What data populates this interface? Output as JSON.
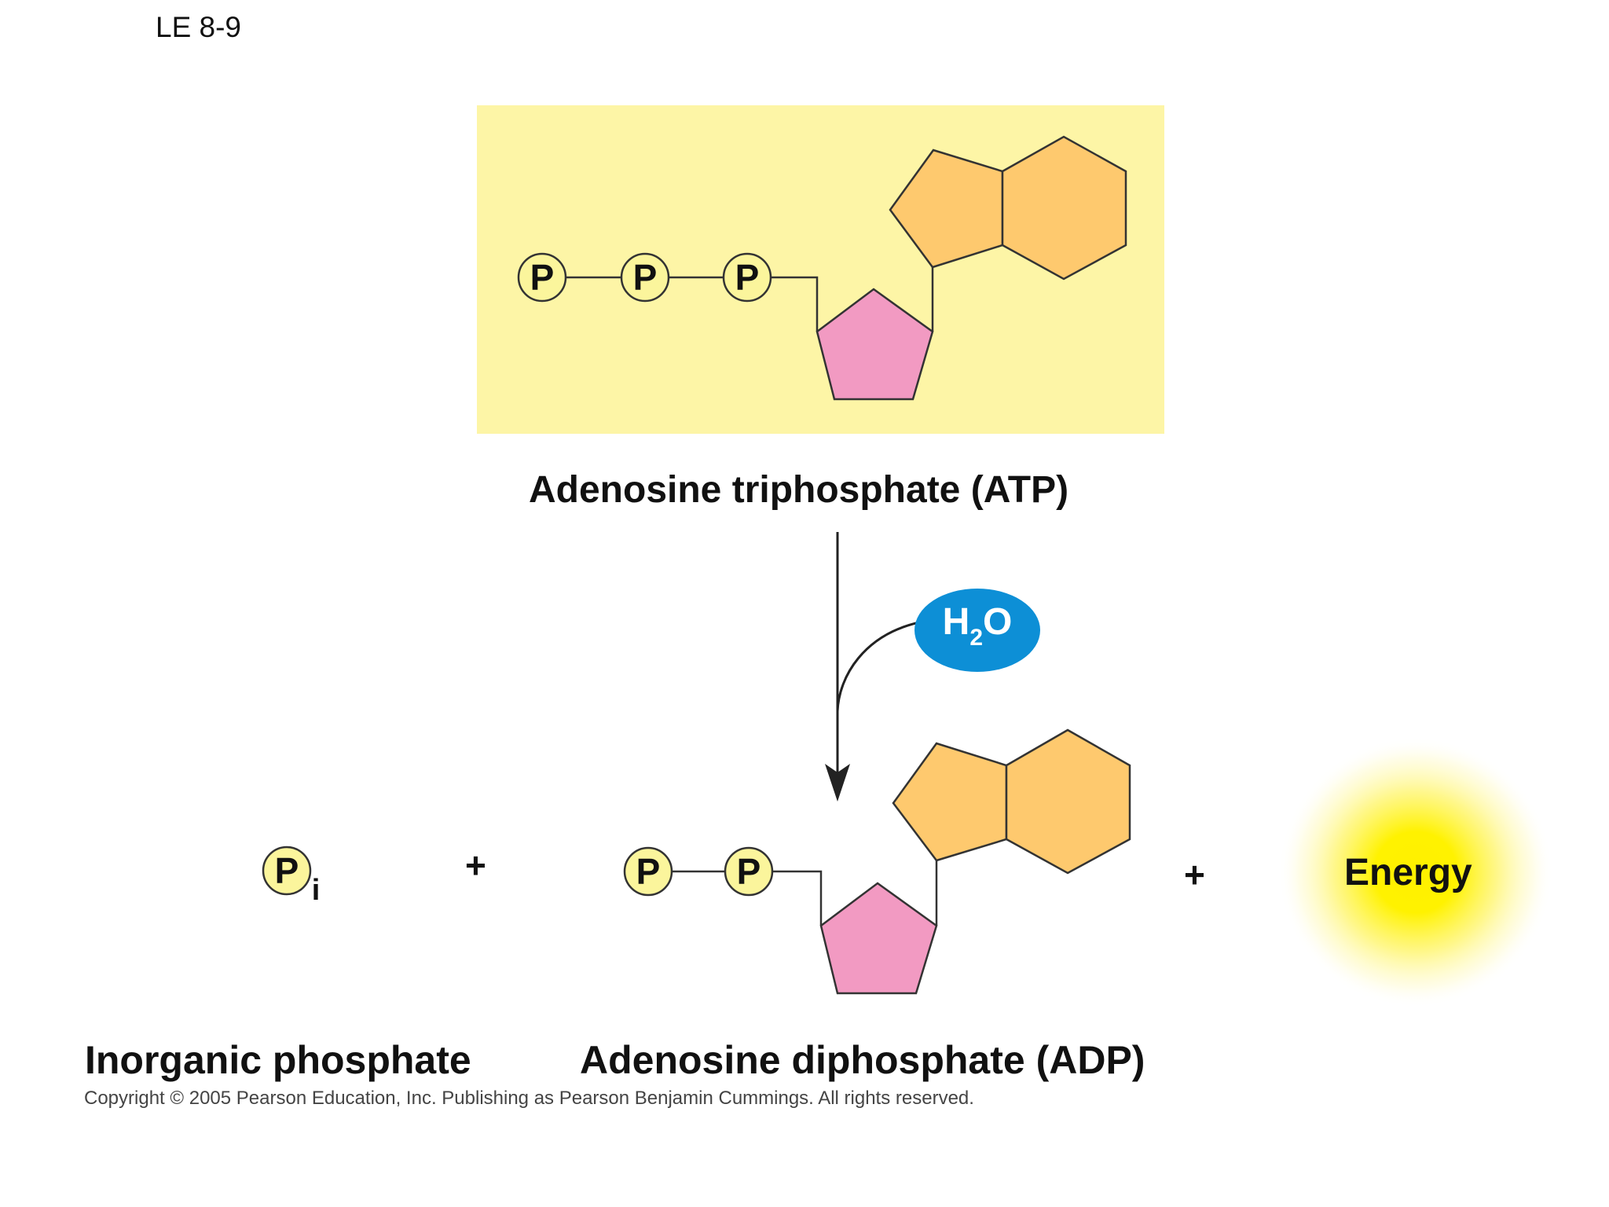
{
  "figure_tag": "LE 8-9",
  "atp": {
    "label": "Adenosine triphosphate (ATP)",
    "phosphate_symbol": "P"
  },
  "water": {
    "symbol_h": "H",
    "symbol_sub": "2",
    "symbol_o": "O"
  },
  "products": {
    "inorganic_phosphate": {
      "symbol": "P",
      "subscript": "i",
      "label": "Inorganic phosphate"
    },
    "plus_sign": "+",
    "adp": {
      "label": "Adenosine diphosphate (ADP)",
      "phosphate_symbol": "P"
    },
    "energy": {
      "label": "Energy"
    }
  },
  "copyright": "Copyright © 2005 Pearson Education, Inc. Publishing as Pearson Benjamin Cummings. All rights reserved.",
  "colors": {
    "atp_panel": "#fdf5a6",
    "phosphate_fill": "#fbf59c",
    "ribose_fill": "#f29ac2",
    "adenine_fill": "#fec96e",
    "water_fill": "#0d8fd6",
    "energy_core": "#fff000"
  }
}
